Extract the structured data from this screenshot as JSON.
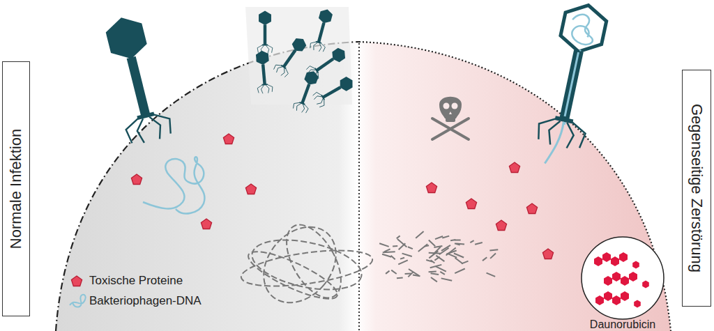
{
  "diagram": {
    "nodes": [
      {
        "text": [
          "Normale Infektion"
        ]
      },
      {
        "text": [
          "Gegenseitige Zerstörung"
        ]
      },
      {
        "text": [
          "Daunorubicin"
        ]
      }
    ],
    "legend": [
      {
        "text": "Toxische Proteine"
      },
      {
        "text": "Bakteriophagen-DNA"
      }
    ]
  }
}
